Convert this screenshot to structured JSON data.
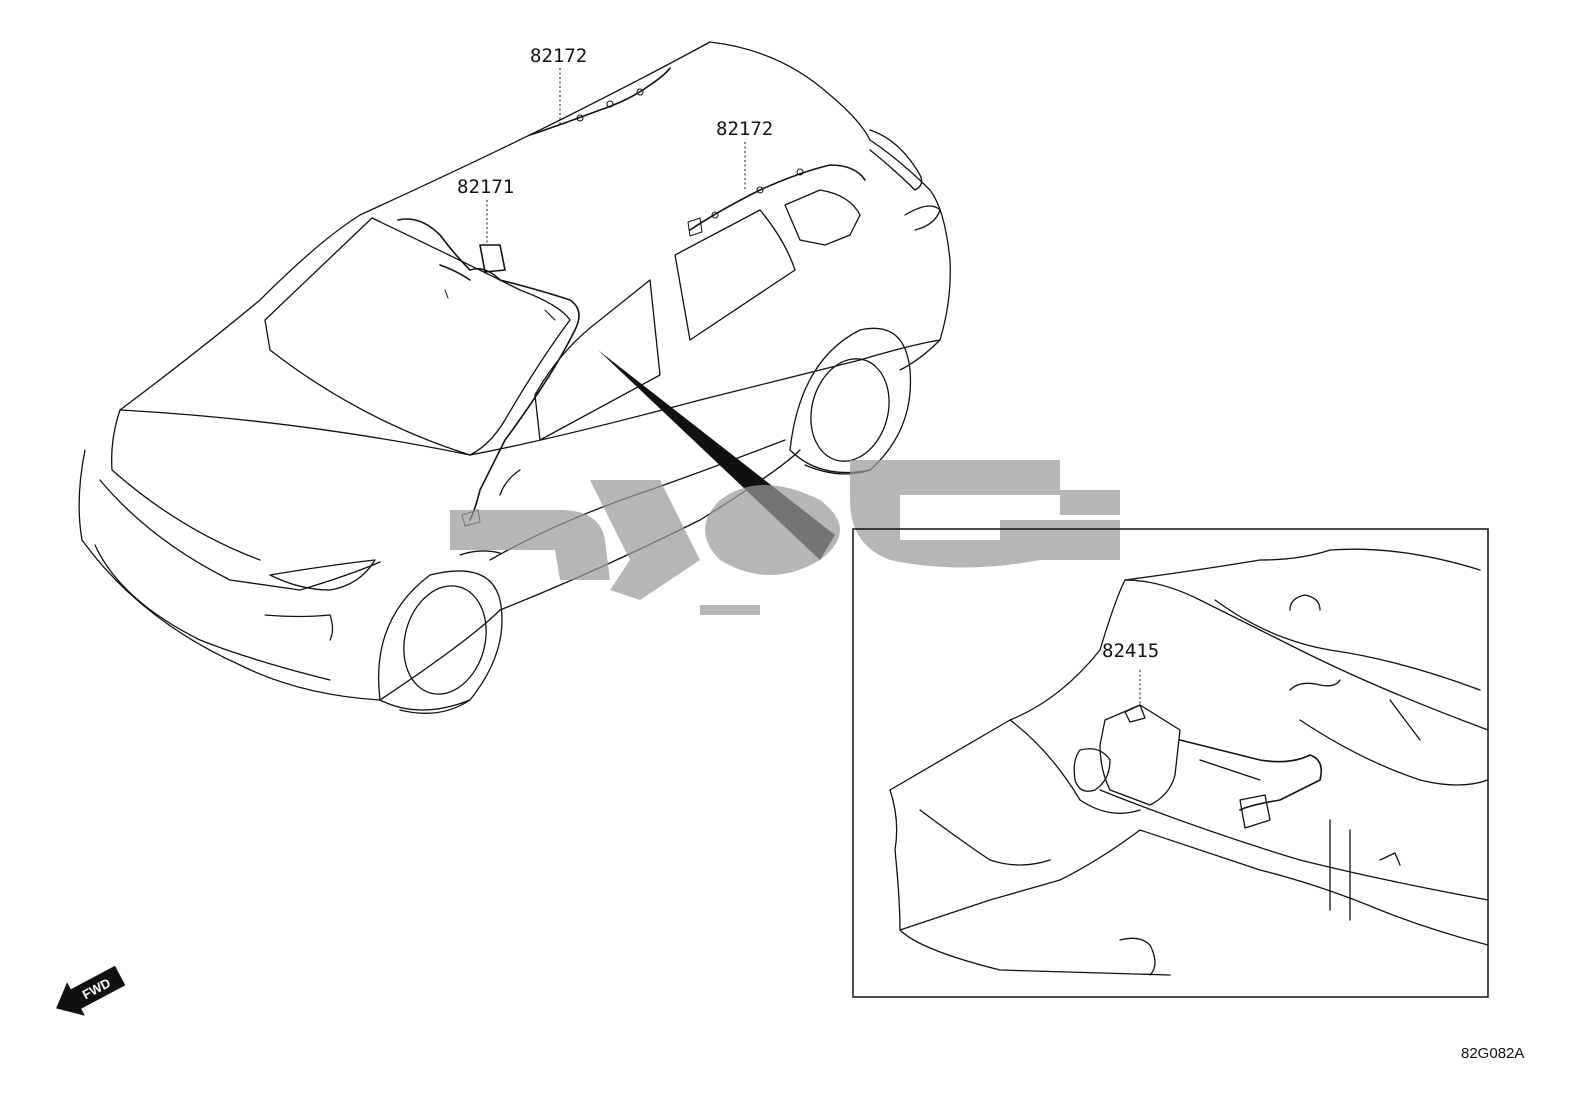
{
  "callouts": {
    "roof_front": "82172",
    "roof_rear": "82172",
    "front_harness": "82171",
    "floor_harness": "82415"
  },
  "direction_arrow": {
    "label": "FWD",
    "icon": "fwd-arrow-icon"
  },
  "figure_code": "82G082A",
  "colors": {
    "line": "#111111",
    "watermark": "#9a9a9a"
  }
}
